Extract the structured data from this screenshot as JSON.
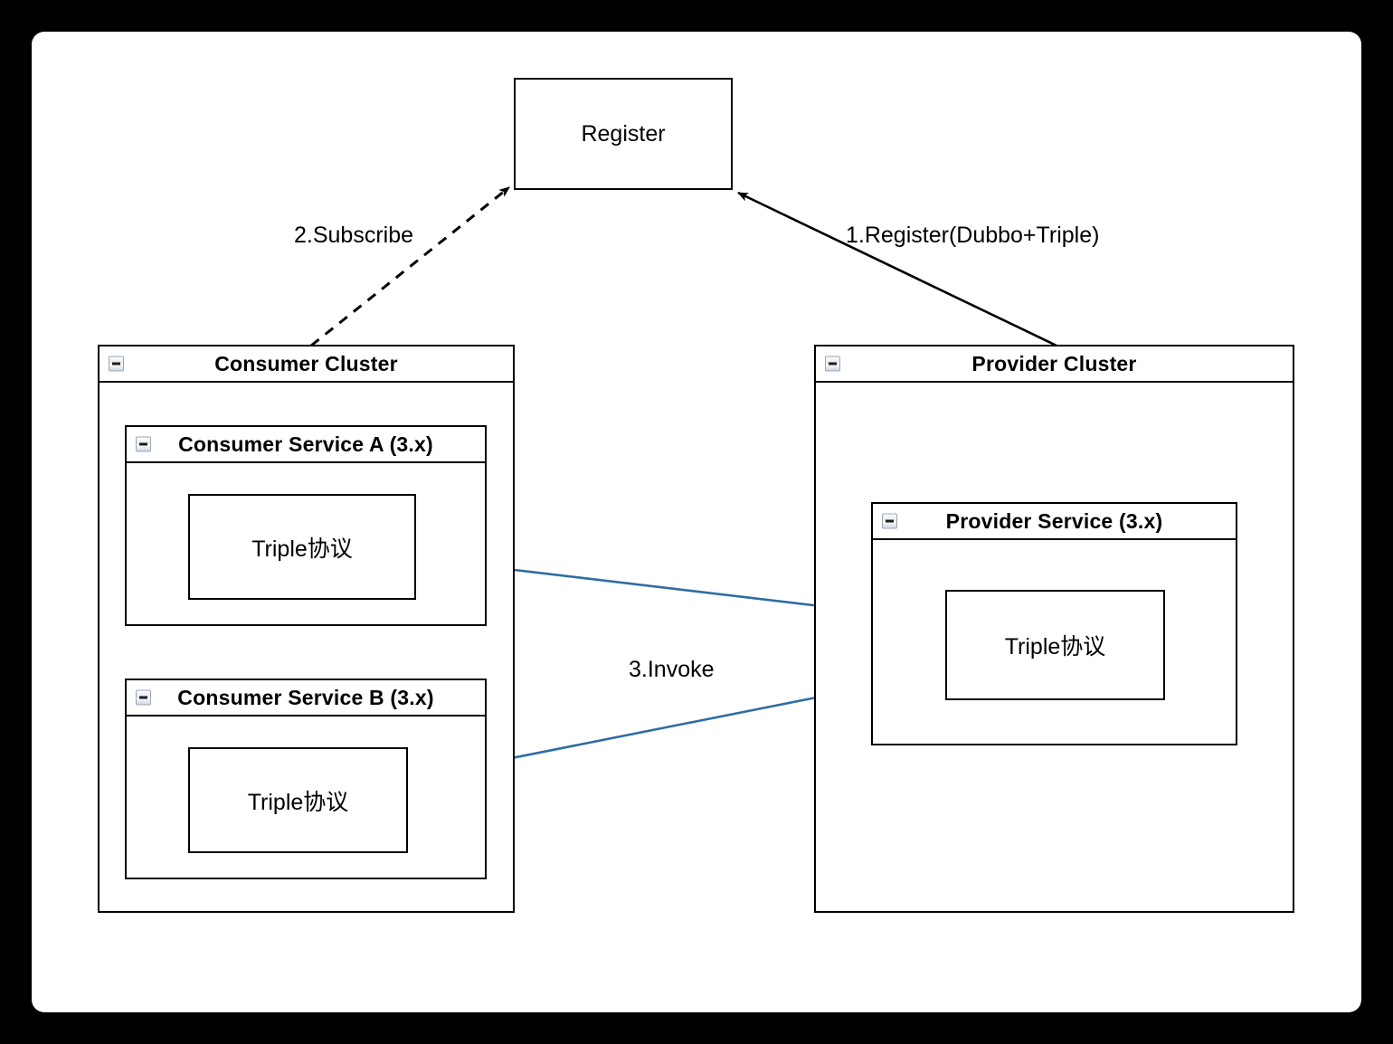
{
  "canvas": {
    "background": "#ffffff",
    "frame_color": "#000000"
  },
  "nodes": {
    "register": {
      "label": "Register"
    },
    "consumer_cluster": {
      "title": "Consumer Cluster",
      "collapse_icon": "collapse-minus-icon"
    },
    "consumer_service_a": {
      "title": "Consumer Service A (3.x)",
      "collapse_icon": "collapse-minus-icon",
      "protocol": "Triple协议"
    },
    "consumer_service_b": {
      "title": "Consumer Service B (3.x)",
      "collapse_icon": "collapse-minus-icon",
      "protocol": "Triple协议"
    },
    "provider_cluster": {
      "title": "Provider Cluster",
      "collapse_icon": "collapse-minus-icon"
    },
    "provider_service": {
      "title": "Provider Service (3.x)",
      "collapse_icon": "collapse-minus-icon",
      "protocol": "Triple协议"
    }
  },
  "edges": {
    "register_edge": {
      "label": "1.Register(Dubbo+Triple)",
      "style": "solid",
      "color": "#000000",
      "from": "provider-cluster",
      "to": "register"
    },
    "subscribe_edge": {
      "label": "2.Subscribe",
      "style": "dashed",
      "color": "#000000",
      "from": "consumer-cluster",
      "to": "register"
    },
    "invoke_edge": {
      "label": "3.Invoke",
      "style": "solid",
      "color": "#2e6da4",
      "from": "consumer-triple-protocols",
      "to": "provider-triple-protocol"
    }
  }
}
